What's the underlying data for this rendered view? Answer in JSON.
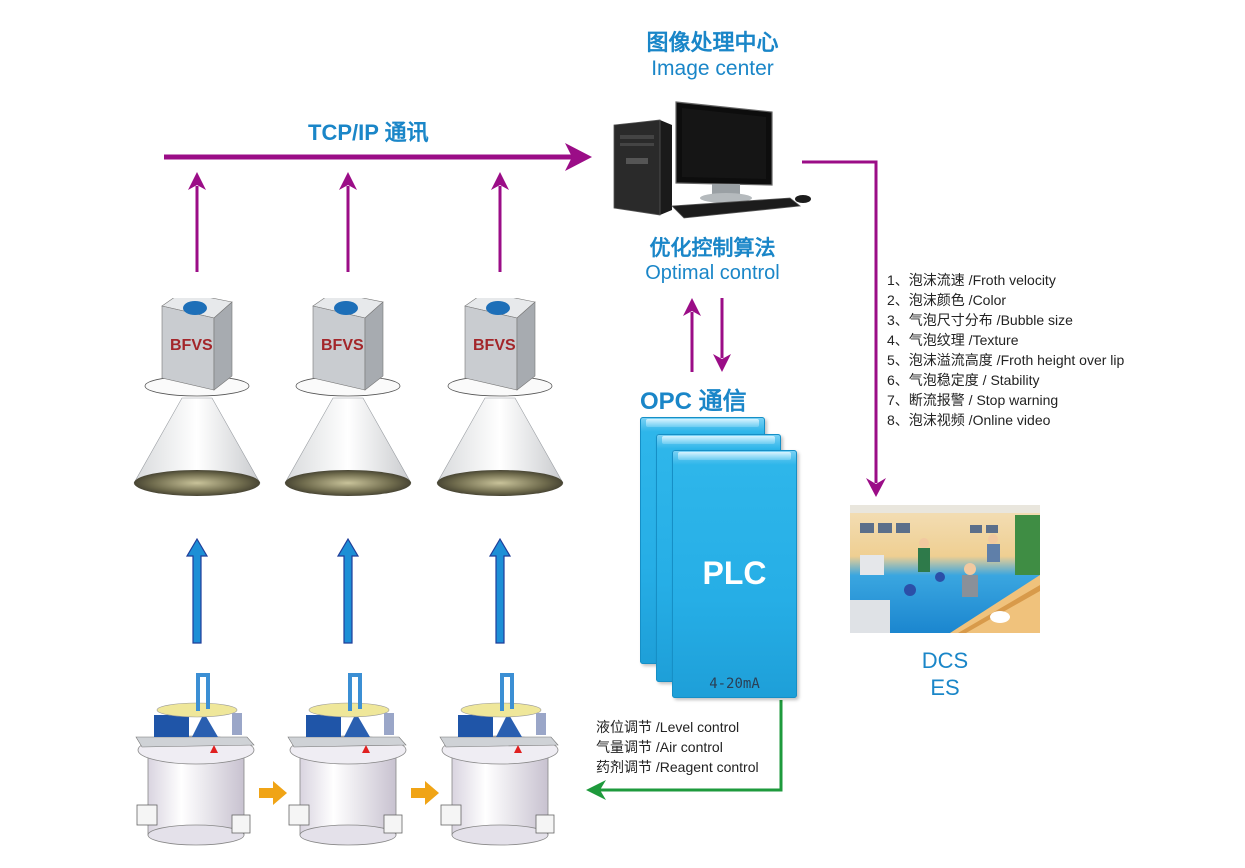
{
  "image_center": {
    "title_cn": "图像处理中心",
    "title_en": "Image center"
  },
  "optimal_control": {
    "title_cn": "优化控制算法",
    "title_en": "Optimal control"
  },
  "tcp_label": "TCP/IP 通讯",
  "opc_label": "OPC 通信",
  "plc": {
    "label": "PLC",
    "signal": "4-20mA"
  },
  "dcs": {
    "line1": "DCS",
    "line2": "ES"
  },
  "cameras": [
    {
      "label": "BFVS"
    },
    {
      "label": "BFVS"
    },
    {
      "label": "BFVS"
    }
  ],
  "features": [
    "1、泡沫流速 /Froth velocity",
    "2、泡沫颜色 /Color",
    "3、气泡尺寸分布 /Bubble size",
    "4、气泡纹理 /Texture",
    "5、泡沫溢流高度 /Froth height over lip",
    "6、气泡稳定度 / Stability",
    "7、断流报警 / Stop warning",
    "8、泡沫视频 /Online video"
  ],
  "controls": [
    "液位调节 /Level control",
    "气量调节 /Air control",
    "药剂调节 /Reagent control"
  ],
  "colors": {
    "purple": "#9b0d87",
    "blue_text": "#1a86c8",
    "green": "#1e9a3c",
    "orange": "#f0a416",
    "plc_blue": "#26aee6"
  }
}
